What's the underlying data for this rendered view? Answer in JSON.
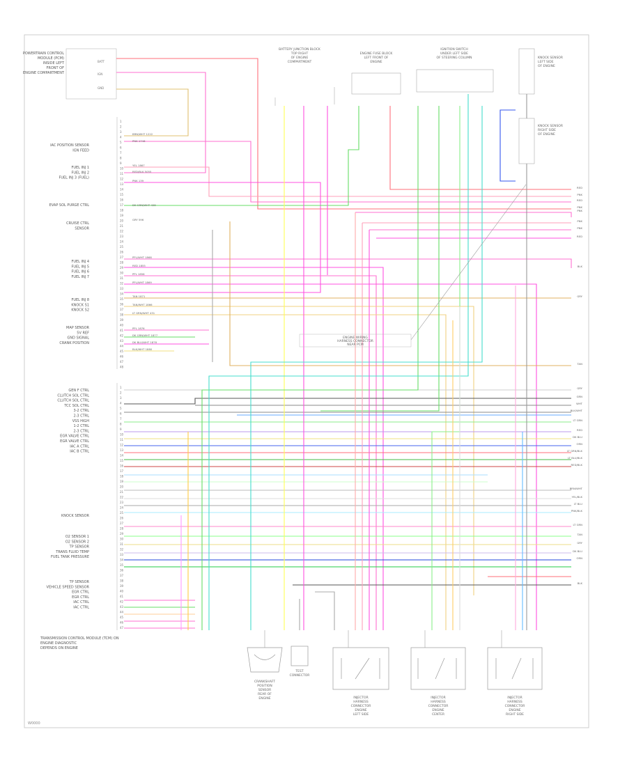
{
  "diagram": {
    "footer_code": "W0000",
    "bottom_note": [
      "TRANSMISSION CONTROL MODULE (TCM) ON",
      "ENGINE DIAGNOSTIC",
      "DEPENDS ON ENGINE"
    ],
    "top_left_component": [
      "POWERTRAIN CONTROL",
      "MODULE (PCM)",
      "INSIDE LEFT",
      "FRONT OF",
      "ENGINE COMPARTMENT"
    ],
    "top_left_pins": [
      "BATT",
      "IGN",
      "GND"
    ],
    "pin_groups": [
      [
        "IAC POSITION SENSOR",
        "IGN FEED"
      ],
      [
        "FUEL INJ 1",
        "FUEL INJ 2",
        "FUEL INJ 3 (FUEL)"
      ],
      [
        "EVAP SOL PURGE CTRL"
      ],
      [
        "CRUISE CTRL",
        "SENSOR"
      ],
      [
        "FUEL INJ 4",
        "FUEL INJ 5",
        "FUEL INJ 6",
        "FUEL INJ 7"
      ],
      [
        "FUEL INJ 8",
        "KNOCK S1",
        "KNOCK S2"
      ],
      [
        "MAP SENSOR",
        "5V REF",
        "GND SIGNAL",
        "CRANK POSITION"
      ],
      [
        "GEN F CTRL",
        "CLUTCH SOL CTRL",
        "CLUTCH SOL CTRL",
        "TCC SOL CTRL",
        "3-2 CTRL",
        "2-3 CTRL",
        "VSS HIGH",
        "1-2 CTRL",
        "2-3 CTRL",
        "EGR VALVE CTRL",
        "EGR VALVE CTRL",
        "IAC A CTRL",
        "IAC B CTRL"
      ],
      [
        "KNOCK SENSOR"
      ],
      [
        "O2 SENSOR 1",
        "O2 SENSOR 2",
        "TP SENSOR",
        "TRANS FLUID TEMP",
        "FUEL TANK PRESSURE"
      ],
      [
        "TP SENSOR",
        "VEHICLE SPEED SENSOR",
        "EGR CTRL",
        "EGR CTRL",
        "IAC CTRL",
        "IAC CTRL"
      ]
    ],
    "top_components": [
      [
        "BATTERY JUNCTION BLOCK",
        "TOP RIGHT",
        "OF ENGINE",
        "COMPARTMENT"
      ],
      [
        "ENGINE FUSE BLOCK",
        "LEFT FRONT OF",
        "ENGINE"
      ],
      [
        "IGNITION SWITCH",
        "UNDER LEFT SIDE",
        "OF STEERING COLUMN"
      ],
      [
        "KNOCK SENSOR",
        "LEFT SIDE",
        "OF ENGINE"
      ],
      [
        "KNOCK SENSOR",
        "RIGHT SIDE",
        "OF ENGINE"
      ]
    ],
    "center_label": [
      "ENGINE WIRING",
      "HARNESS CONNECTOR",
      "NEAR PCM"
    ],
    "bottom_components": [
      [
        "CRANKSHAFT",
        "POSITION",
        "SENSOR",
        "REAR OF",
        "ENGINE"
      ],
      [
        "TEST",
        "CONNECTOR"
      ],
      [
        "INJECTOR",
        "HARNESS",
        "CONNECTOR",
        "ENGINE",
        "LEFT SIDE"
      ],
      [
        "INJECTOR",
        "HARNESS",
        "CONNECTOR",
        "ENGINE",
        "CENTER"
      ],
      [
        "INJECTOR",
        "HARNESS",
        "CONNECTOR",
        "ENGINE",
        "RIGHT SIDE"
      ]
    ],
    "right_tags": [
      "RED",
      "PNK",
      "RED",
      "PNK",
      "PNK",
      "PNK",
      "PNK",
      "RED",
      "BLK",
      "GRY",
      "TAN",
      "GRY",
      "GRN",
      "WHT",
      "BLK/WHT",
      "LT GRN",
      "RED",
      "DK BLU",
      "ORN",
      "LT GRN/BLK",
      "LT BLU/BLK",
      "RED/BLK",
      "BRN/WHT",
      "YEL/BLK",
      "LT BLU",
      "PNK/BLK",
      "LT GRN",
      "TAN",
      "GRY",
      "DK BLU",
      "ORN",
      "BLK"
    ],
    "wire_labels": [
      "BRN/WHT 1222",
      "PNK 1746",
      "YEL 1867",
      "RED/BLK 5055",
      "PNK 139",
      "DK GRN/WHT 428",
      "GRY 596",
      "PPL/WHT 1868",
      "RED 1855",
      "PPL 1856",
      "PPL/WHT 1869",
      "TAN 1871",
      "TAN/WHT 1866",
      "LT GRN/WHT 431",
      "PPL 1876",
      "DK GRN/WHT 1877",
      "DK BLU/WHT 1878",
      "BLK/WHT 1880"
    ]
  }
}
